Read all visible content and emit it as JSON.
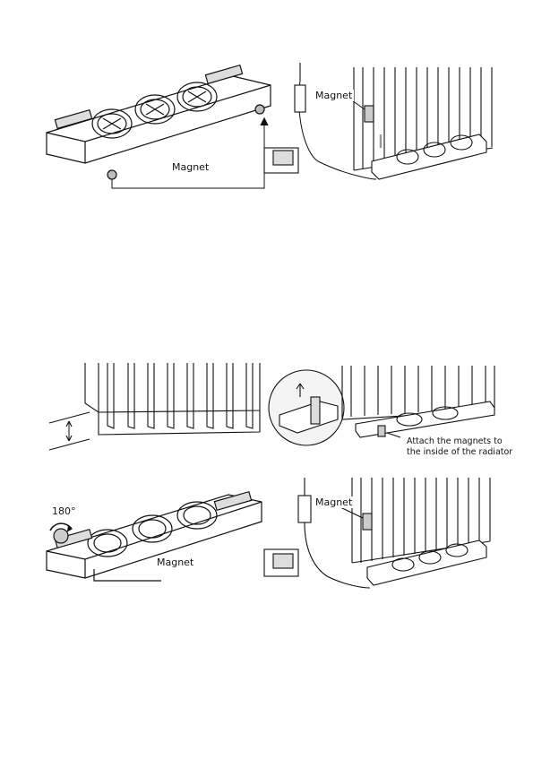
{
  "figures": {
    "fig1": {
      "magnet_label": "Magnet"
    },
    "fig2": {
      "magnet_label": "Magnet"
    },
    "fig3": {},
    "fig4": {
      "caption_line1": "Attach the magnets to",
      "caption_line2": "the inside of the radiator"
    },
    "fig5": {
      "magnet_label": "Magnet",
      "rotation_label": "180°"
    },
    "fig6": {
      "magnet_label": "Magnet"
    }
  }
}
